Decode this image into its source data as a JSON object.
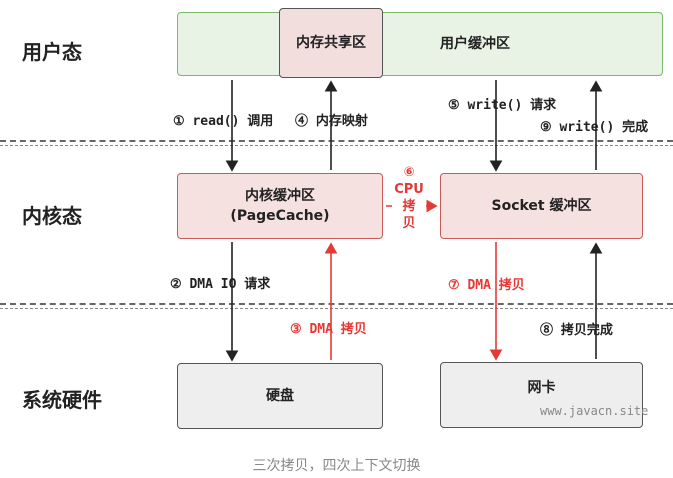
{
  "layers": {
    "user": "用户态",
    "kernel": "内核态",
    "hardware": "系统硬件"
  },
  "boxes": {
    "user_buffer": "用户缓冲区",
    "shared_memory": "内存共享区",
    "kernel_buffer_line1": "内核缓冲区",
    "kernel_buffer_line2": "(PageCache)",
    "socket_buffer": "Socket 缓冲区",
    "disk": "硬盘",
    "nic": "网卡"
  },
  "steps": {
    "s1": "① read() 调用",
    "s2": "② DMA IO 请求",
    "s3": "③ DMA 拷贝",
    "s4": "④ 内存映射",
    "s5": "⑤ write() 请求",
    "s6_num": "⑥",
    "s6_cpu": "CPU",
    "s6_a": "拷",
    "s6_b": "贝",
    "s7": "⑦ DMA 拷贝",
    "s8": "⑧ 拷贝完成",
    "s9": "⑨ write() 完成"
  },
  "watermark": "www.javacn.site",
  "caption": "三次拷贝，四次上下文切换",
  "colors": {
    "user_fill": "#e8f3e6",
    "user_border": "#7cb86a",
    "shared_fill": "#f3dede",
    "kernel_fill": "#f6e1e1",
    "kernel_border": "#c85a5a",
    "hardware_fill": "#eeeeee",
    "red_arrow": "#e53935",
    "black_arrow": "#222222"
  }
}
